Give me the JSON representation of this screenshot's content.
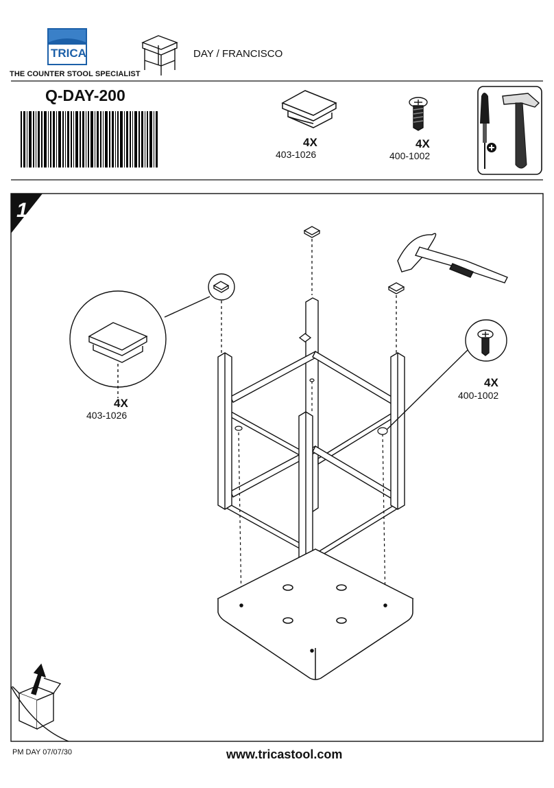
{
  "header": {
    "brand_tagline": "THE COUNTER STOOL SPECIALIST",
    "logo_text": "TRICA",
    "model_name": "DAY / FRANCISCO",
    "product_code": "Q-DAY-200"
  },
  "hardware": [
    {
      "qty": "4X",
      "part_no": "403-1026",
      "icon": "leg-cap-icon"
    },
    {
      "qty": "4X",
      "part_no": "400-1002",
      "icon": "screw-icon"
    }
  ],
  "tools": [
    "screwdriver-icon",
    "hammer-icon"
  ],
  "step": {
    "number": "1",
    "callouts": [
      {
        "qty": "4X",
        "part_no": "403-1026"
      },
      {
        "qty": "4X",
        "part_no": "400-1002"
      }
    ]
  },
  "footer": {
    "doc_date": "PM DAY 07/07/30",
    "url": "www.tricastool.com"
  }
}
